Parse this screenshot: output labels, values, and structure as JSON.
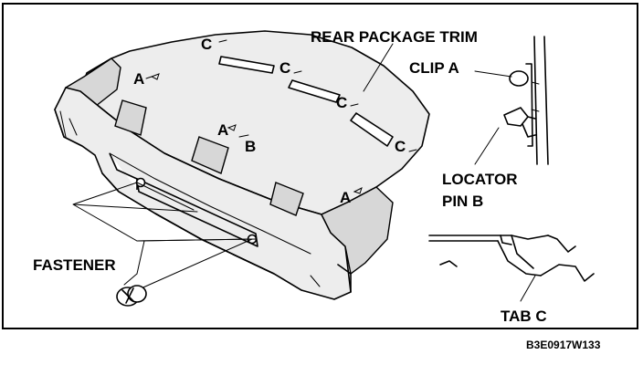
{
  "labels": {
    "title": "REAR PACKAGE TRIM",
    "clip": "CLIP A",
    "locator_line1": "LOCATOR",
    "locator_line2": "PIN B",
    "fastener": "FASTENER",
    "tab": "TAB C"
  },
  "letters": {
    "c": "C",
    "a": "A",
    "b": "B"
  },
  "figure_code": "B3E0917W133"
}
